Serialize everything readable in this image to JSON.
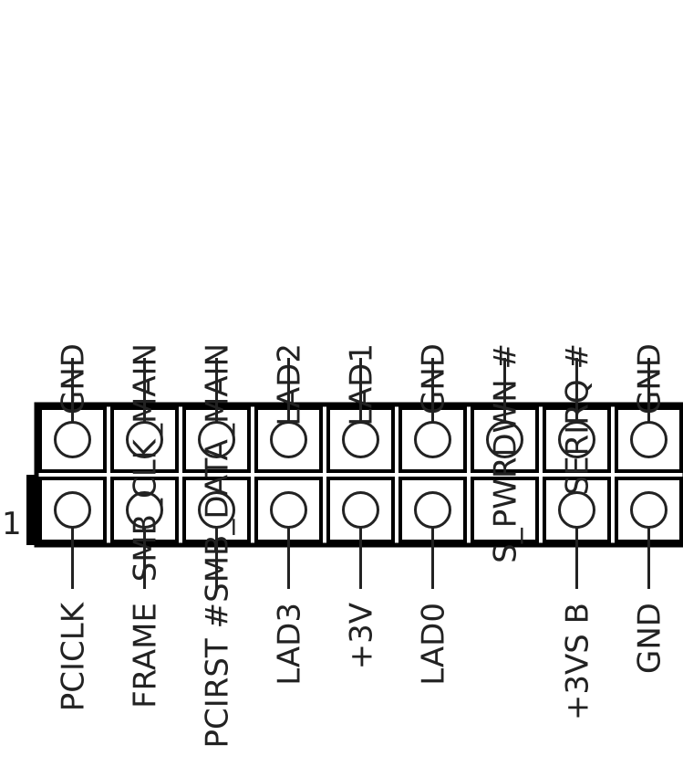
{
  "header": {
    "pin1_marker": "1",
    "top_row": [
      {
        "label": "GND",
        "pin": true
      },
      {
        "label": "SMB_CLK_MAIN",
        "pin": true
      },
      {
        "label": "SMB_DATA_MAIN",
        "pin": true
      },
      {
        "label": "LAD2",
        "pin": true
      },
      {
        "label": "LAD1",
        "pin": true
      },
      {
        "label": "GND",
        "pin": true
      },
      {
        "label": "S_PWRDWN #",
        "pin": true
      },
      {
        "label": "SERIRQ #",
        "pin": true
      },
      {
        "label": "GND",
        "pin": true
      }
    ],
    "bottom_row": [
      {
        "label": "PCICLK",
        "pin": true
      },
      {
        "label": "FRAME",
        "pin": true
      },
      {
        "label": "PCIRST #",
        "pin": true
      },
      {
        "label": "LAD3",
        "pin": true
      },
      {
        "label": "+3V",
        "pin": true
      },
      {
        "label": "LAD0",
        "pin": true
      },
      {
        "label": "",
        "pin": false
      },
      {
        "label": "+3VS B",
        "pin": true
      },
      {
        "label": "GND",
        "pin": true
      }
    ]
  }
}
